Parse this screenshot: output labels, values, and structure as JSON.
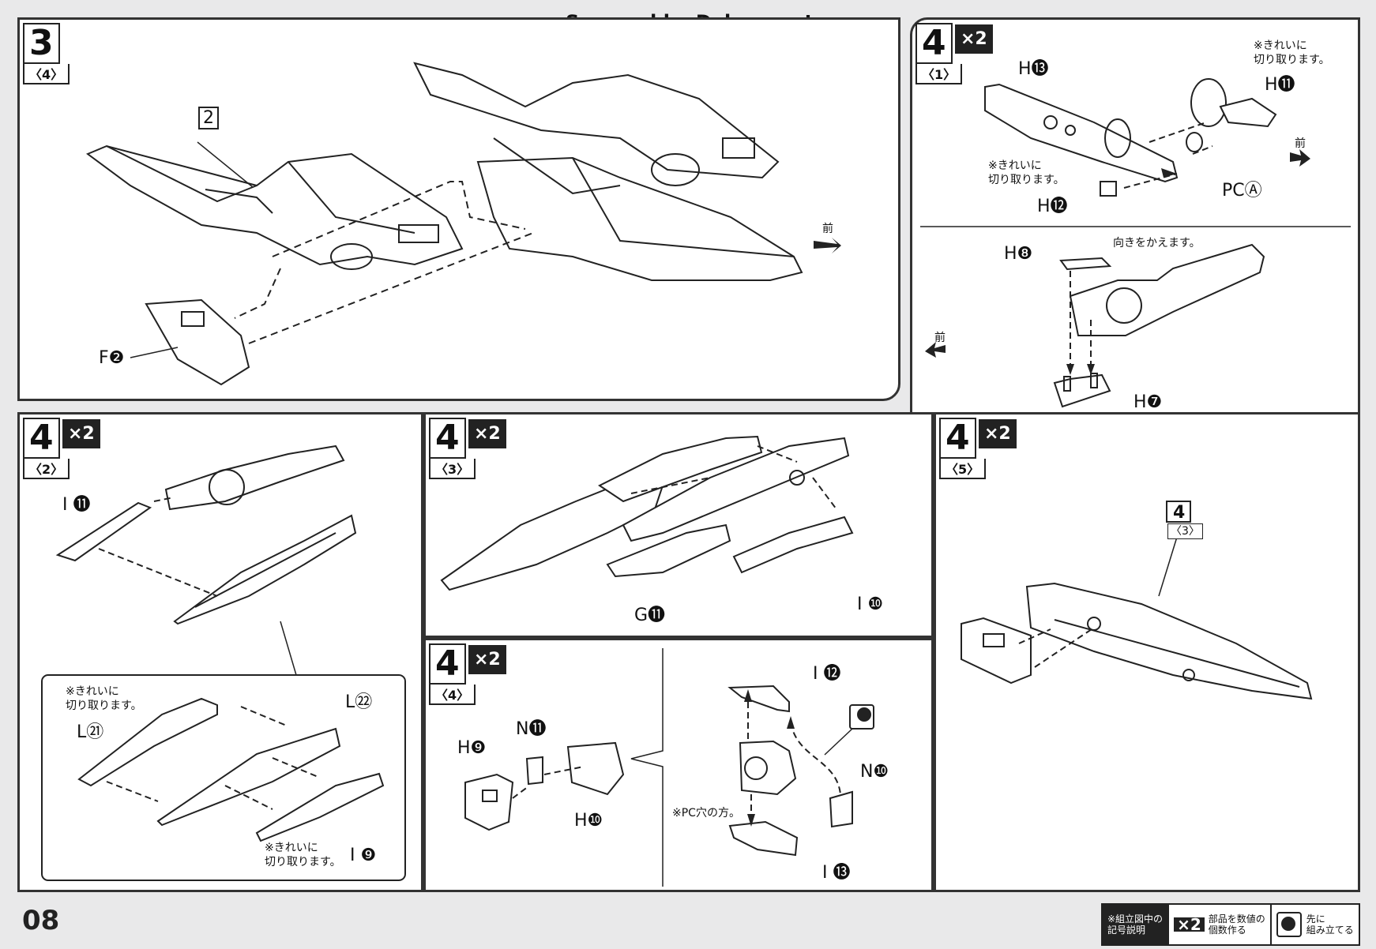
{
  "watermark": "Scanned by Dalong.net",
  "page_number": "08",
  "forward_label": "前",
  "panels": {
    "step3": {
      "num": "3",
      "sub": "〈4〉",
      "labels": {
        "part_ref": "2",
        "f2": "F❷"
      }
    },
    "step4_1": {
      "num": "4",
      "sub": "〈1〉",
      "mult": "×2",
      "labels": {
        "h13": "H⓭",
        "h11": "H⓫",
        "h12": "H⓬",
        "pca": "PCⒶ",
        "h8": "H❽",
        "h7": "H❼"
      },
      "notes": {
        "clean_cut_a": "※きれいに\n切り取ります。",
        "clean_cut_b": "※きれいに\n切り取ります。",
        "change_dir": "向きをかえます。"
      }
    },
    "step4_2": {
      "num": "4",
      "sub": "〈2〉",
      "mult": "×2",
      "labels": {
        "i11": "I ⓫",
        "l22": "L㉒",
        "l21": "L㉑",
        "i9": "I ❾"
      },
      "notes": {
        "clean_cut_a": "※きれいに\n切り取ります。",
        "clean_cut_b": "※きれいに\n切り取ります。"
      }
    },
    "step4_3": {
      "num": "4",
      "sub": "〈3〉",
      "mult": "×2",
      "labels": {
        "g11": "G⓫",
        "i10": "I ❿"
      }
    },
    "step4_4": {
      "num": "4",
      "sub": "〈4〉",
      "mult": "×2",
      "labels": {
        "n11": "N⓫",
        "h9": "H❾",
        "h10": "H❿",
        "i12": "I ⓬",
        "n10": "N❿",
        "i13": "I ⓭"
      },
      "notes": {
        "pc_hole": "※PC穴の方。"
      }
    },
    "step4_5": {
      "num": "4",
      "sub": "〈5〉",
      "mult": "×2",
      "labels": {
        "ref4": "4",
        "ref4sub": "〈3〉"
      }
    }
  },
  "legend": {
    "item1": "※組立図中の\n記号説明",
    "item2_mult": "×2",
    "item2": "部品を数値の\n個数作る",
    "item3": "先に\n組み立てる"
  }
}
